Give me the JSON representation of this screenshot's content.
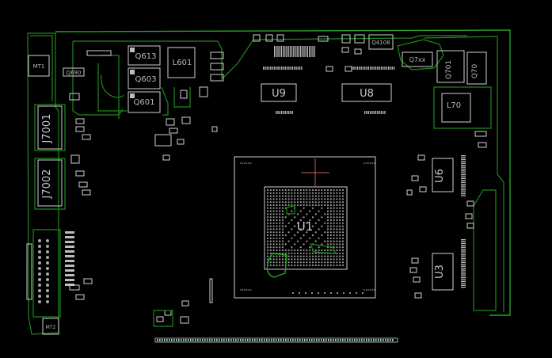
{
  "labels": {
    "mt1": "MT1",
    "mt2": "MT2",
    "q690": "Q690",
    "q613": "Q613",
    "q603": "Q603",
    "q601": "Q601",
    "l601": "L601",
    "u9": "U9",
    "u8": "U8",
    "q4108": "Q4108",
    "q7x": "Q7xx",
    "q7y": "Q701",
    "q7z": "Q70",
    "l70": "L70",
    "j7001": "J7001",
    "j7002": "J7002",
    "u1": "U1",
    "u6": "U6",
    "u3": "U3"
  },
  "colors": {
    "background": "#000000",
    "copper": "#1e8a1e",
    "silkscreen": "#cfcfcf",
    "crosshair": "#c06060"
  }
}
